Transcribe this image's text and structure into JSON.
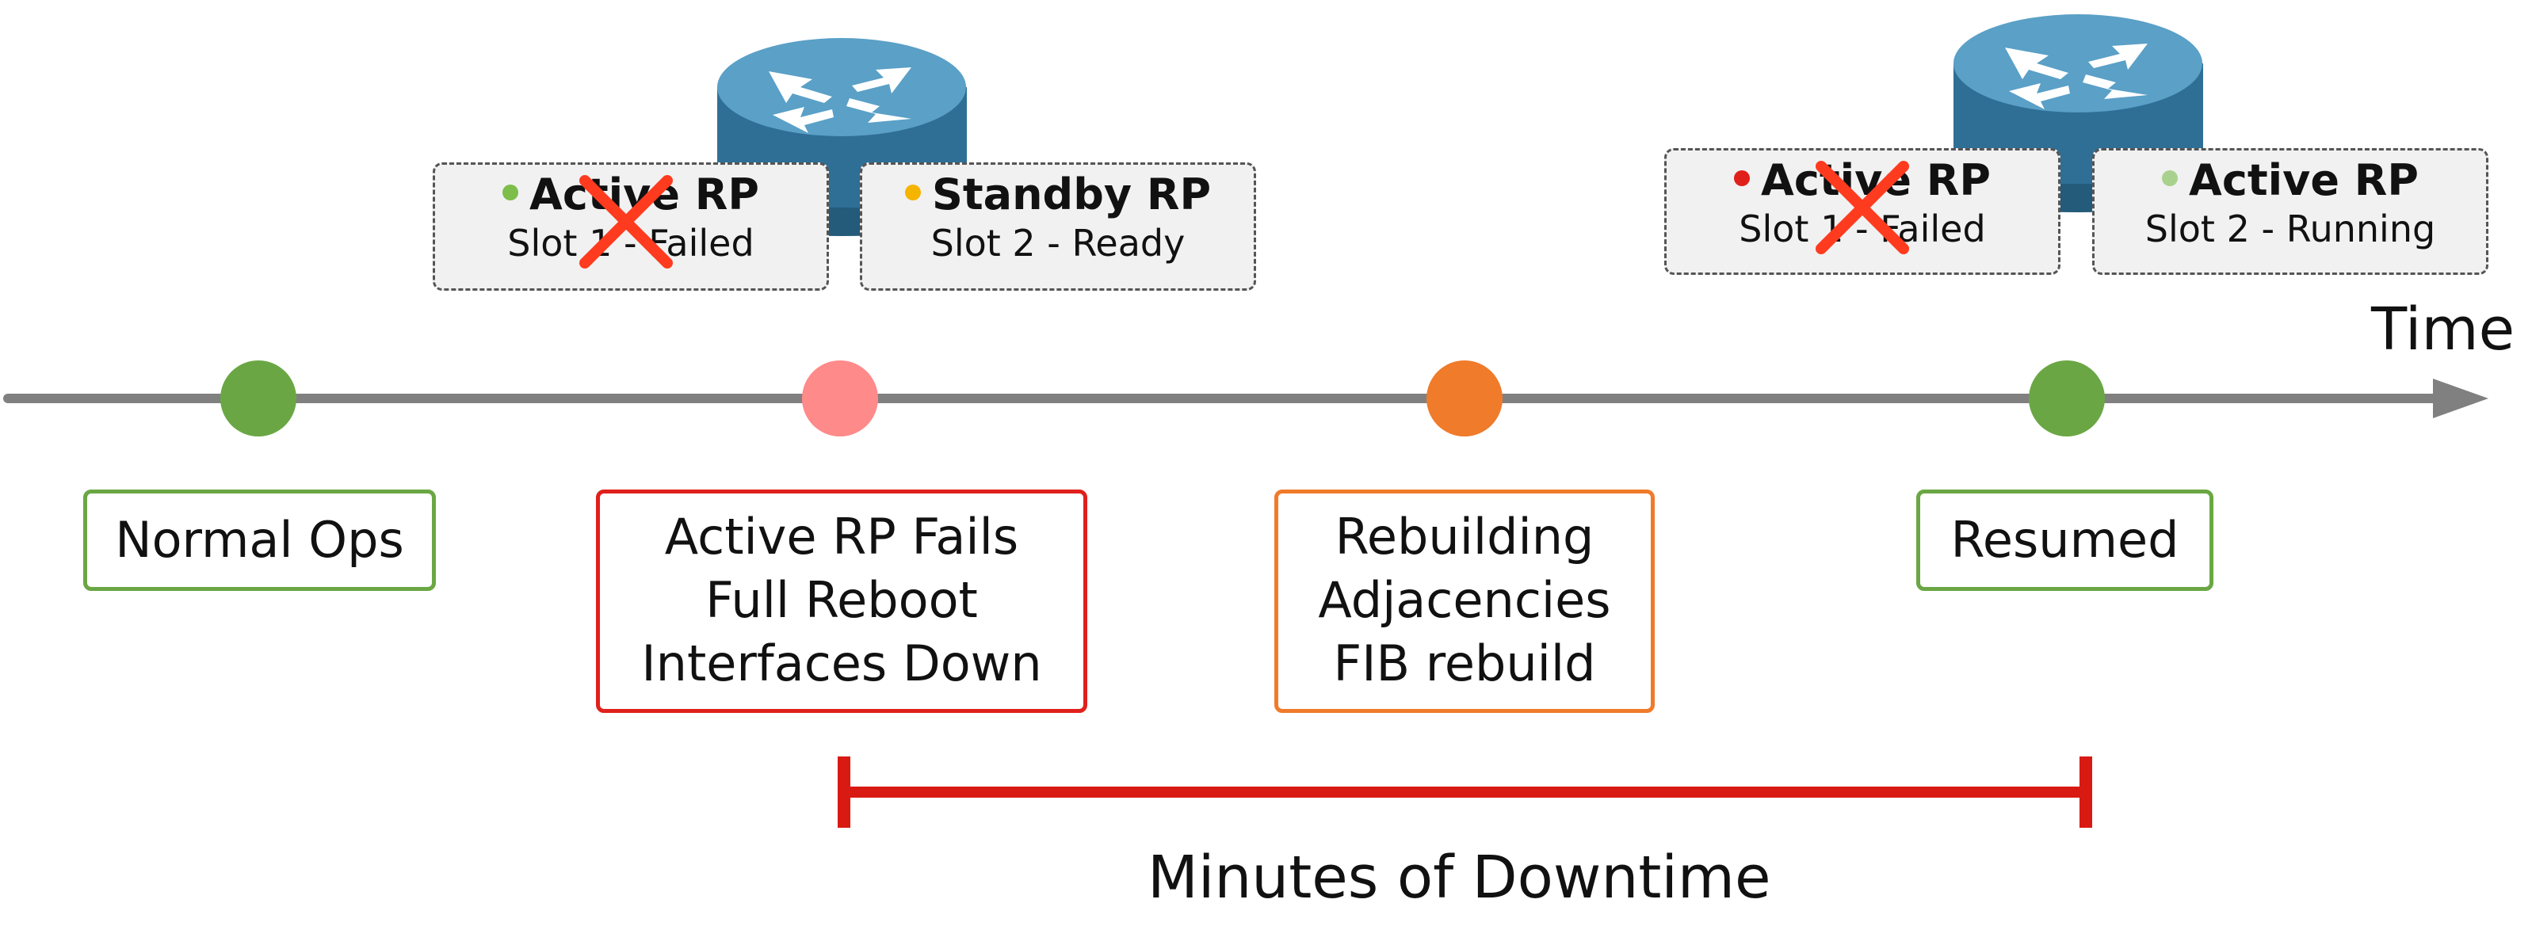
{
  "axis": {
    "label": "Time"
  },
  "routers": [
    {
      "name": "router-left",
      "cards": [
        {
          "title": "Active RP",
          "subtitle": "Slot 1 - Failed",
          "status_color": "#7dbe4a",
          "failed": true
        },
        {
          "title": "Standby RP",
          "subtitle": "Slot 2 - Ready",
          "status_color": "#f5b400",
          "failed": false
        }
      ]
    },
    {
      "name": "router-right",
      "cards": [
        {
          "title": "Active RP",
          "subtitle": "Slot 1 - Failed",
          "status_color": "#e0201b",
          "failed": true
        },
        {
          "title": "Active RP",
          "subtitle": "Slot 2 - Running",
          "status_color": "#a9d18e",
          "failed": false
        }
      ]
    }
  ],
  "events": [
    {
      "label_lines": [
        "Normal Ops"
      ],
      "marker_color": "#6aa744",
      "border_color": "#6aa744"
    },
    {
      "label_lines": [
        "Active RP Fails",
        "Full Reboot",
        "Interfaces Down"
      ],
      "marker_color": "#ff8a8a",
      "border_color": "#e0201b"
    },
    {
      "label_lines": [
        "Rebuilding",
        "Adjacencies",
        "FIB rebuild"
      ],
      "marker_color": "#ef7b2b",
      "border_color": "#ef7b2b"
    },
    {
      "label_lines": [
        "Resumed"
      ],
      "marker_color": "#6aa744",
      "border_color": "#6aa744"
    }
  ],
  "downtime": {
    "label": "Minutes of Downtime",
    "color": "#d81a12"
  },
  "colors": {
    "axis": "#808080",
    "router_body": "#3a7ea5",
    "failure_x": "#ff3b1f"
  }
}
